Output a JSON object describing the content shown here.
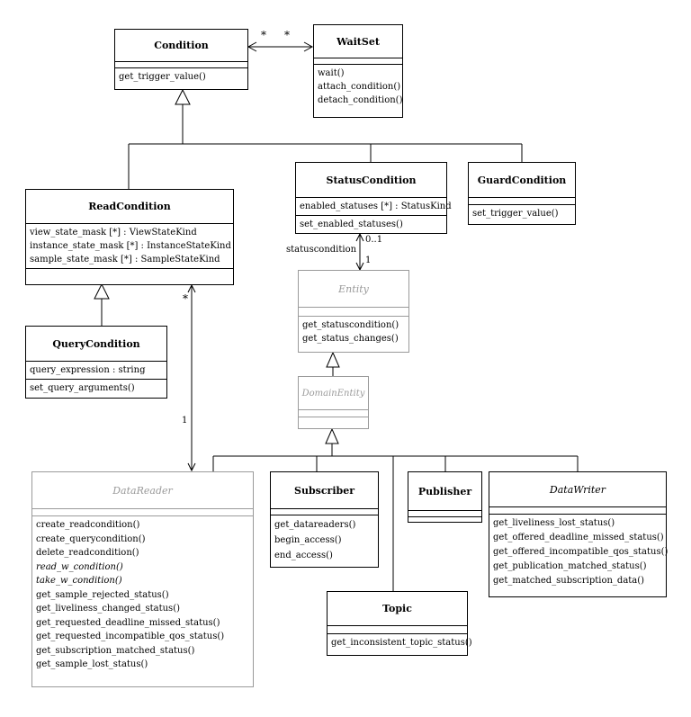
{
  "classes": {
    "condition": {
      "name": "Condition",
      "ops": [
        "get_trigger_value()"
      ]
    },
    "waitset": {
      "name": "WaitSet",
      "ops": [
        "wait()",
        "attach_condition()",
        "detach_condition()"
      ]
    },
    "statuscondition": {
      "name": "StatusCondition",
      "attrs": [
        "enabled_statuses [*] : StatusKind"
      ],
      "ops": [
        "set_enabled_statuses()"
      ]
    },
    "guardcondition": {
      "name": "GuardCondition",
      "ops": [
        "set_trigger_value()"
      ]
    },
    "readcondition": {
      "name": "ReadCondition",
      "attrs": [
        "view_state_mask [*] : ViewStateKind",
        "instance_state_mask [*] : InstanceStateKind",
        "sample_state_mask [*] : SampleStateKind"
      ]
    },
    "querycondition": {
      "name": "QueryCondition",
      "attrs": [
        "query_expression : string"
      ],
      "ops": [
        "set_query_arguments()"
      ]
    },
    "entity": {
      "name": "Entity",
      "ops": [
        "get_statuscondition()",
        "get_status_changes()"
      ]
    },
    "domainentity": {
      "name": "DomainEntity"
    },
    "datareader": {
      "name": "DataReader",
      "ops": [
        "create_readcondition()",
        "create_querycondition()",
        "delete_readcondition()",
        "read_w_condition()",
        "take_w_condition()",
        "get_sample_rejected_status()",
        "get_liveliness_changed_status()",
        "get_requested_deadline_missed_status()",
        "get_requested_incompatible_qos_status()",
        "get_subscription_matched_status()",
        "get_sample_lost_status()"
      ]
    },
    "subscriber": {
      "name": "Subscriber",
      "ops": [
        "get_datareaders()",
        "begin_access()",
        "end_access()"
      ]
    },
    "publisher": {
      "name": "Publisher"
    },
    "datawriter": {
      "name": "DataWriter",
      "ops": [
        "get_liveliness_lost_status()",
        "get_offered_deadline_missed_status()",
        "get_offered_incompatible_qos_status()",
        "get_publication_matched_status()",
        "get_matched_subscription_data()"
      ]
    },
    "topic": {
      "name": "Topic",
      "ops": [
        "get_inconsistent_topic_status()"
      ]
    }
  },
  "labels": {
    "cw_star_left": "*",
    "cw_star_right": "*",
    "sc_mult": "0..1",
    "sc_role": "statuscondition",
    "entity_mult": "1",
    "rc_star": "*",
    "dr_one": "1"
  }
}
